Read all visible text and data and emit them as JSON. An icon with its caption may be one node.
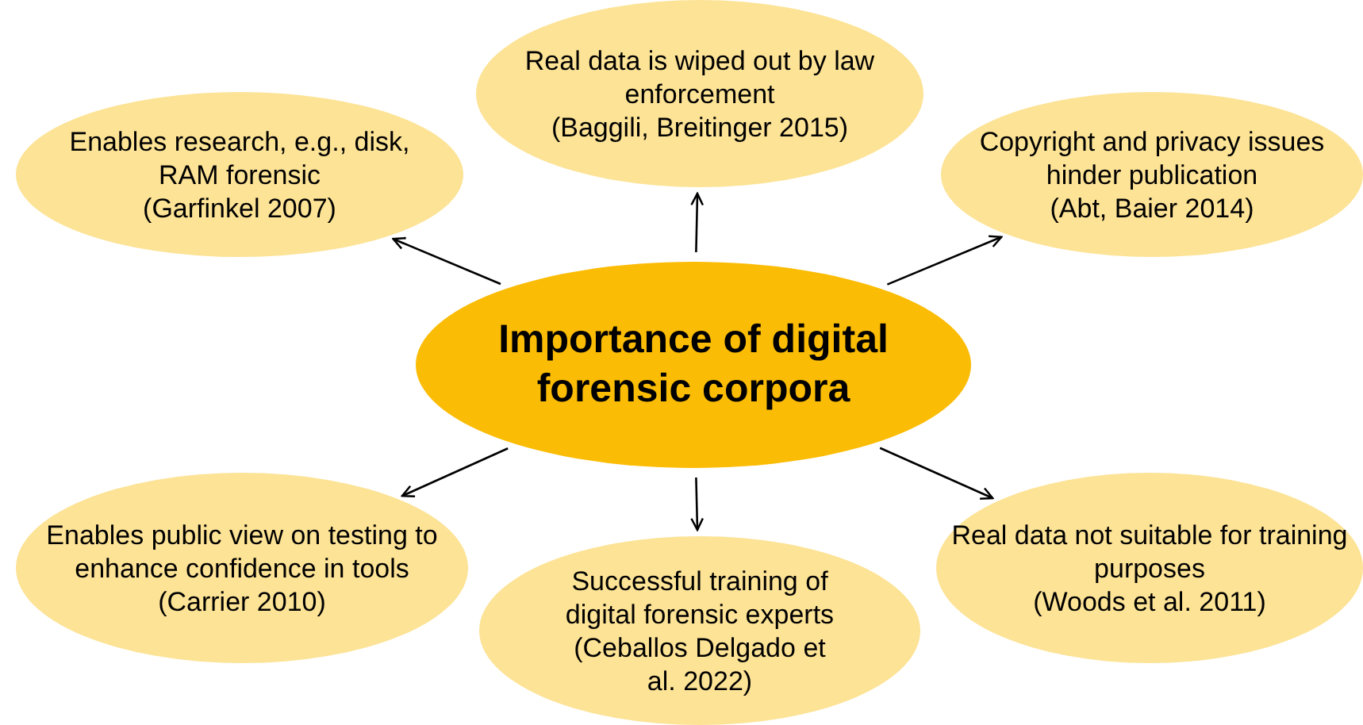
{
  "diagram": {
    "nodes": [
      {
        "text": [
          "Importance of digital forensic corpora"
        ]
      },
      {
        "text": [
          "Enables research, e.g., disk, RAM forensic",
          "(Garfinkel 2007)"
        ]
      },
      {
        "text": [
          "Real data is wiped out by law enforcement",
          "(Baggili, Breitinger 2015)"
        ]
      },
      {
        "text": [
          "Copyright and privacy issues hinder publication",
          "(Abt, Baier 2014)"
        ]
      },
      {
        "text": [
          "Enables public view on testing to enhance confidence in tools (Carrier 2010)"
        ]
      },
      {
        "text": [
          "Successful training of digital forensic experts",
          "(Ceballos Delgado et al. 2022)"
        ]
      },
      {
        "text": [
          "Real data not suitable for training purposes",
          "(Woods et al. 2011)"
        ]
      }
    ],
    "edges": [
      {
        "from": 0,
        "to": 1,
        "arrow": "to"
      },
      {
        "from": 0,
        "to": 2,
        "arrow": "to"
      },
      {
        "from": 0,
        "to": 3,
        "arrow": "to"
      },
      {
        "from": 0,
        "to": 4,
        "arrow": "to"
      },
      {
        "from": 0,
        "to": 5,
        "arrow": "to"
      },
      {
        "from": 0,
        "to": 6,
        "arrow": "to"
      }
    ]
  }
}
